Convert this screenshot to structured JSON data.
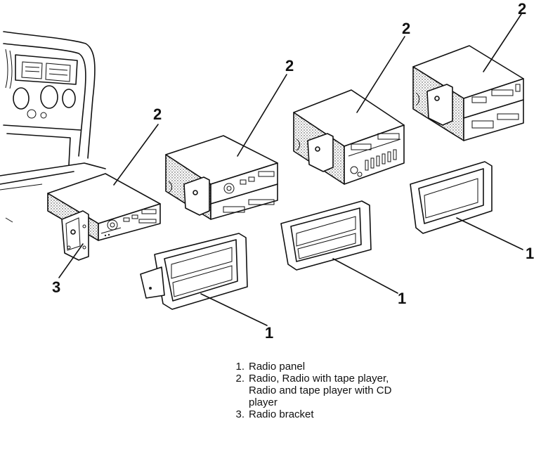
{
  "callouts": {
    "radio_1": "2",
    "radio_2": "2",
    "radio_3": "2",
    "radio_4": "2",
    "bracket": "3",
    "panel_1": "1",
    "panel_2": "1",
    "panel_3": "1"
  },
  "legend": {
    "items": [
      {
        "num": "1.",
        "text": "Radio panel"
      },
      {
        "num": "2.",
        "text": "Radio, Radio with tape player, Radio and tape player with CD player"
      },
      {
        "num": "3.",
        "text": "Radio bracket"
      }
    ]
  }
}
